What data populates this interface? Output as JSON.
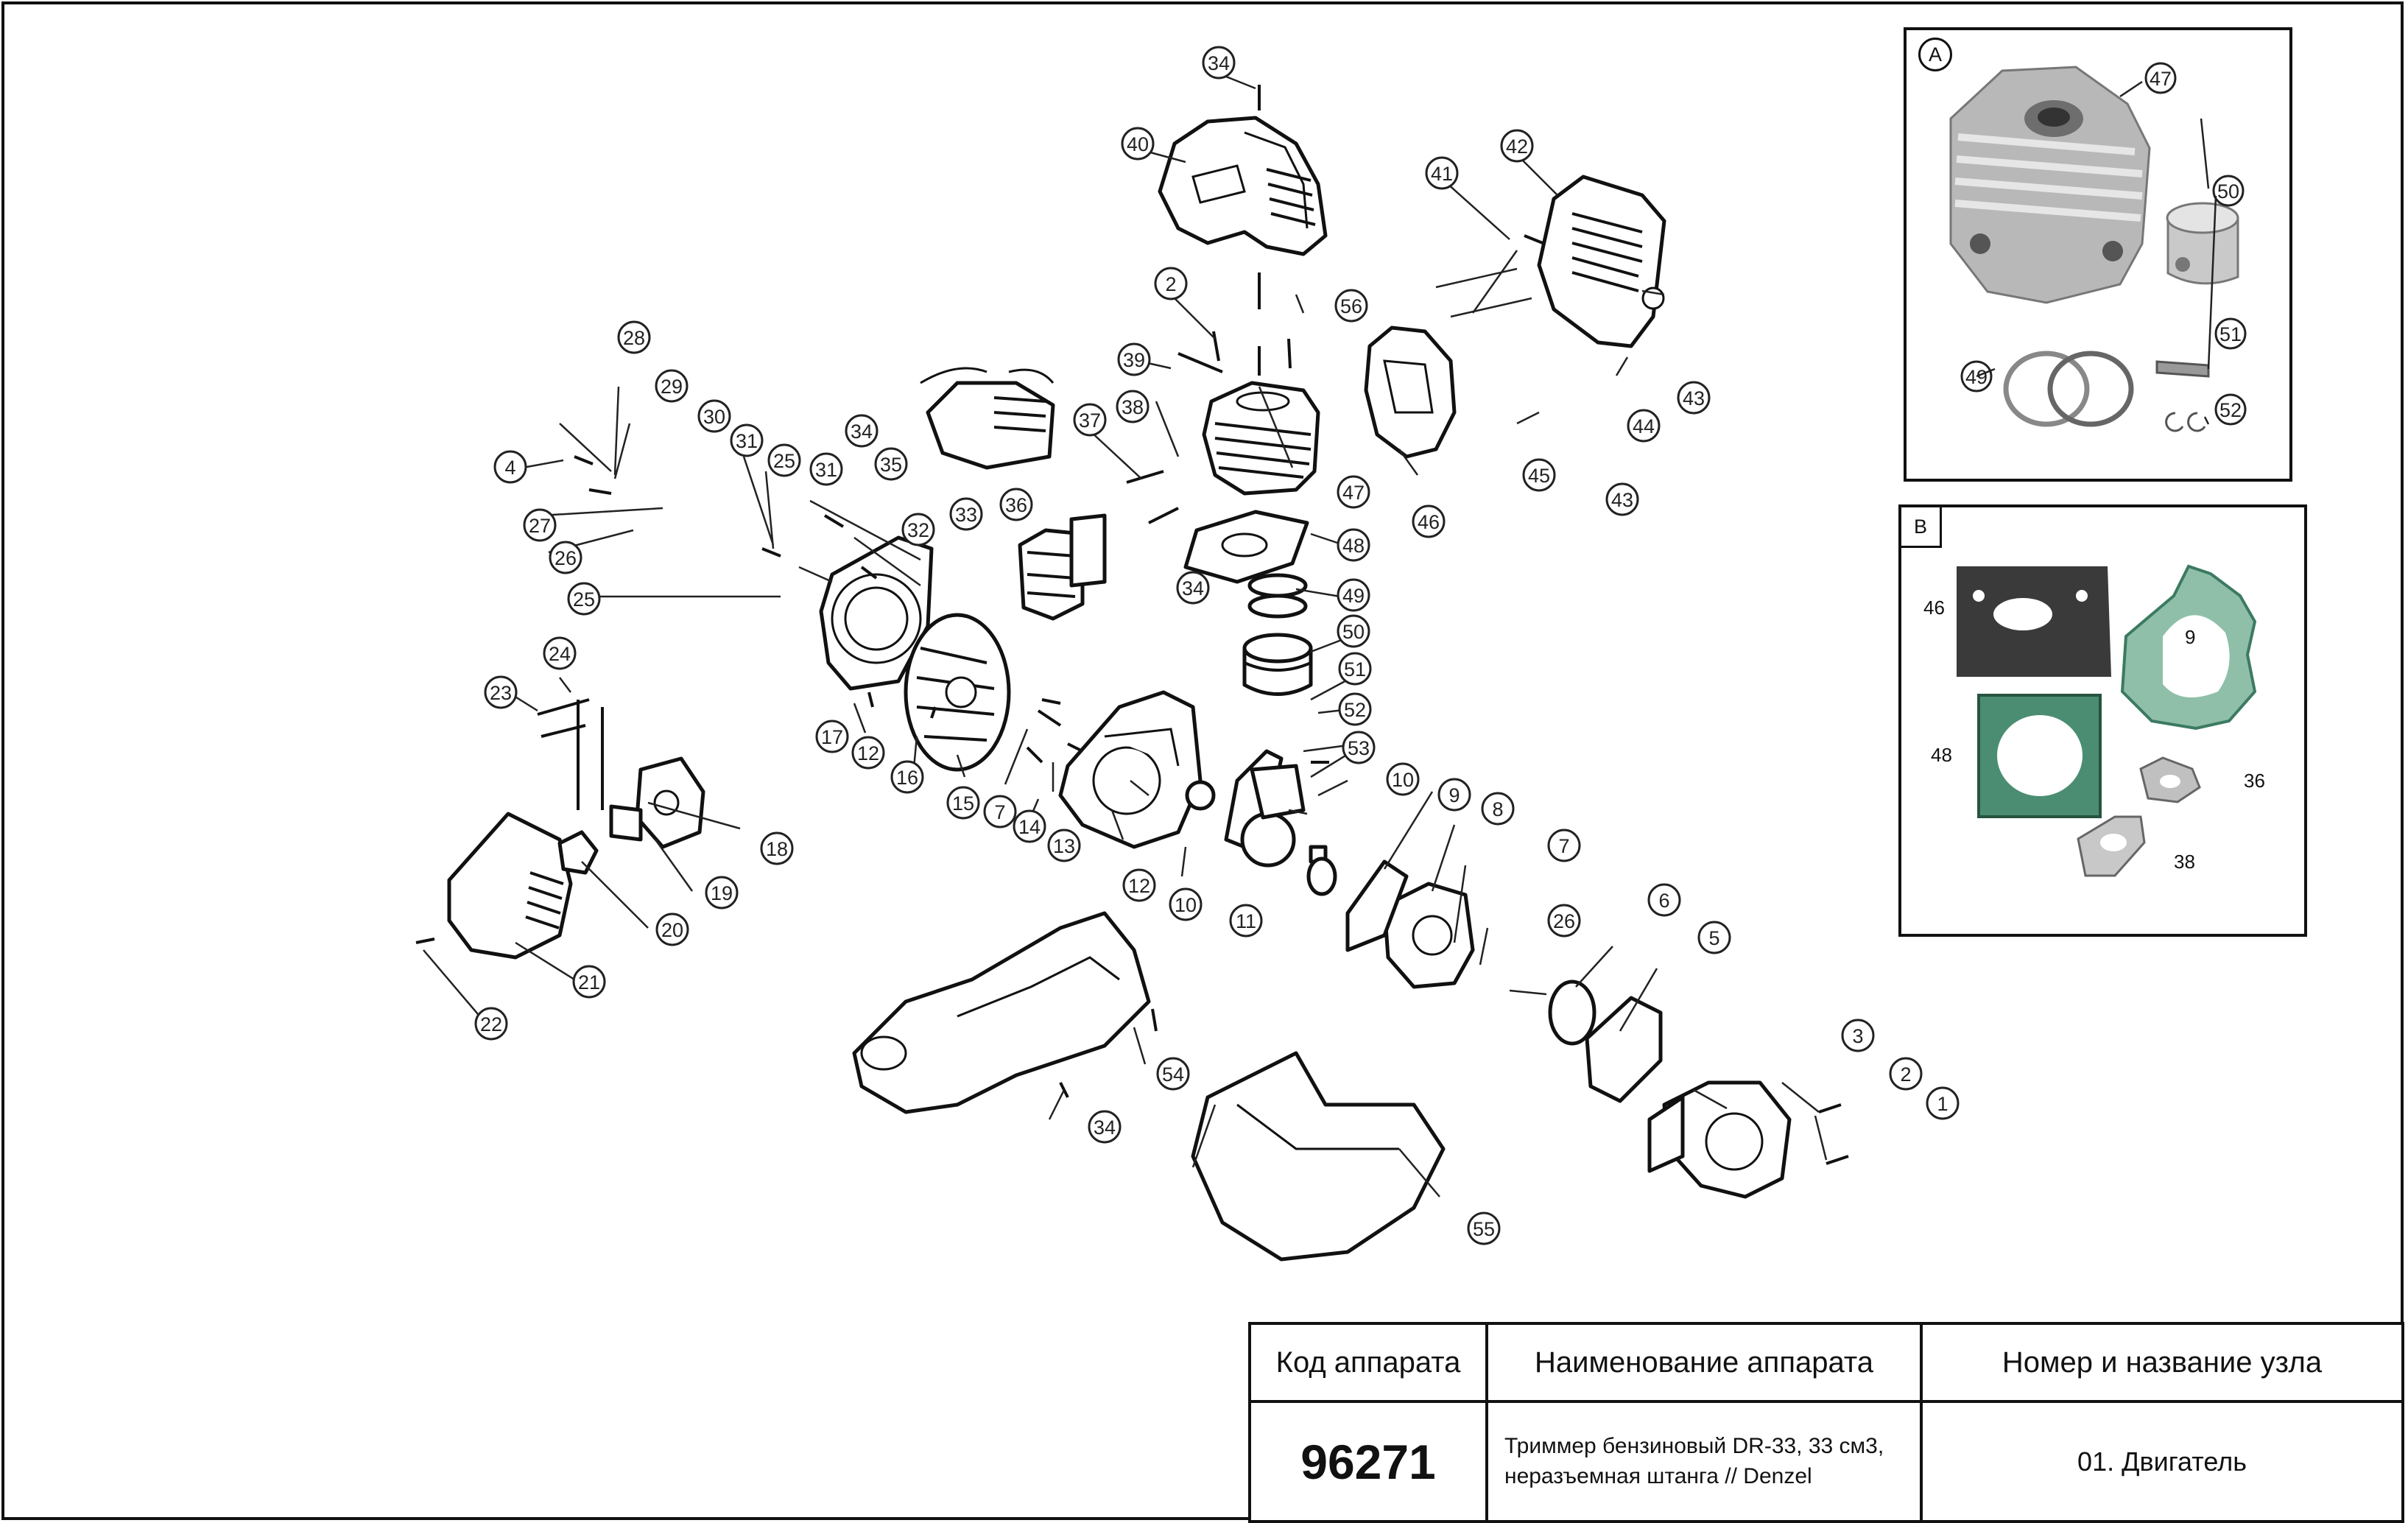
{
  "inset_a": {
    "label": "A"
  },
  "inset_b": {
    "label": "B",
    "gaskets": [
      "46",
      "9",
      "48",
      "36",
      "38"
    ]
  },
  "callouts": [
    "1",
    "2",
    "3",
    "4",
    "5",
    "6",
    "7",
    "8",
    "9",
    "10",
    "11",
    "12",
    "13",
    "14",
    "15",
    "16",
    "17",
    "18",
    "19",
    "20",
    "21",
    "22",
    "23",
    "24",
    "25",
    "26",
    "27",
    "28",
    "29",
    "30",
    "31",
    "32",
    "33",
    "34",
    "35",
    "36",
    "37",
    "38",
    "39",
    "40",
    "41",
    "42",
    "43",
    "44",
    "45",
    "46",
    "47",
    "48",
    "49",
    "50",
    "51",
    "52",
    "53",
    "54",
    "55",
    "56"
  ],
  "inset_a_callouts": [
    "47",
    "49",
    "50",
    "51",
    "52"
  ],
  "table": {
    "headers": {
      "code": "Код аппарата",
      "name": "Наименование аппарата",
      "node": "Номер и название узла"
    },
    "code": "96271",
    "name_line1": "Триммер бензиновый DR-33, 33 см3,",
    "name_line2": "неразъемная штанга // Denzel",
    "node": "01. Двигатель"
  }
}
